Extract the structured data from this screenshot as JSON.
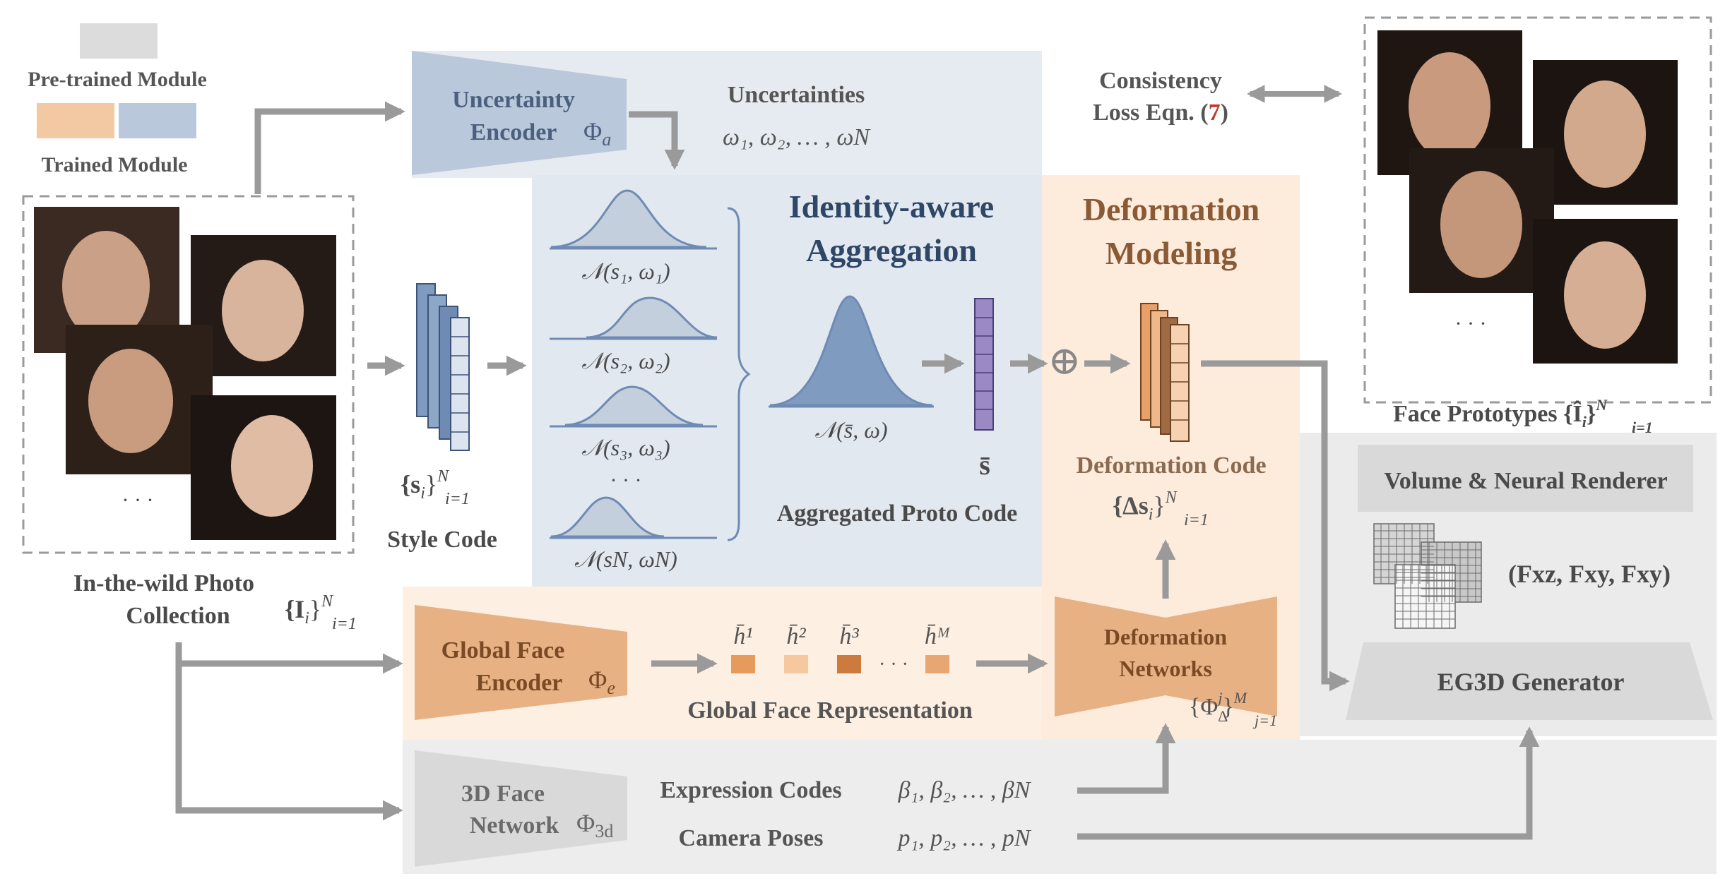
{
  "colors": {
    "pretrained": "#dcdcdc",
    "trained_orange": "#f2c9a3",
    "trained_blue": "#b9c8da",
    "blue_dark": "#7f9bbf",
    "blue_text": "#4b5f7f",
    "orange_text": "#8a5a35",
    "orange_module": "#e7b184",
    "arrow_gray": "#9a9a9a",
    "text_gray": "#4a4a4a",
    "purple": "#9a89c4",
    "ref_red": "#c0392b"
  },
  "legend": {
    "pretrained_label": "Pre-trained Module",
    "trained_label": "Trained Module"
  },
  "input": {
    "title_line1": "In-the-wild Photo",
    "title_line2": "Collection",
    "math_main": "{I",
    "math_sub": "i",
    "math_close": "}",
    "math_sup": "N",
    "math_range": "i=1",
    "ellipsis": "· · ·"
  },
  "uncertainty": {
    "encoder_line1": "Uncertainty",
    "encoder_line2": "Encoder",
    "encoder_symbol": "Φ",
    "encoder_symbol_sub": "a",
    "label": "Uncertainties",
    "values": "ω₁, ω₂, … , ωN"
  },
  "style_code": {
    "label": "Style Code",
    "math_main": "{s",
    "math_sub": "i",
    "math_close": "}",
    "math_sup": "N",
    "math_range": "i=1"
  },
  "aggregation": {
    "title_line1": "Identity-aware",
    "title_line2": "Aggregation",
    "gaussians": [
      "𝒩(s₁, ω₁)",
      "𝒩(s₂, ω₂)",
      "𝒩(s₃, ω₃)",
      "𝒩(sN, ωN)"
    ],
    "dots": "· · ·",
    "aggregated_gaussian": "𝒩(s̄, ω)",
    "proto_label": "Aggregated Proto Code",
    "proto_symbol": "s̄"
  },
  "deformation": {
    "title_line1": "Deformation",
    "title_line2": "Modeling",
    "code_label": "Deformation Code",
    "code_math": "{Δs",
    "code_math_sub": "i",
    "code_math_close": "}",
    "code_math_sup": "N",
    "code_math_range": "i=1",
    "plus": "⊕",
    "networks_line1": "Deformation",
    "networks_line2": "Networks",
    "networks_math": "{Φ",
    "networks_math_sub": "Δ",
    "networks_math_sup": "j",
    "networks_math_close": "}",
    "networks_math_sup2": "M",
    "networks_math_range": "j=1"
  },
  "consistency": {
    "line1": "Consistency",
    "line2_prefix": "Loss Eqn. (",
    "ref": "7",
    "line2_suffix": ")"
  },
  "prototypes": {
    "label_prefix": "Face Prototypes {Î",
    "label_sub": "i",
    "label_close": "}",
    "label_sup": "N",
    "label_range": "i=1",
    "ellipsis": "· · ·"
  },
  "renderer": {
    "title": "Volume & Neural Renderer",
    "planes": "(Fxz, Fxy, Fxy)",
    "generator": "EG3D Generator"
  },
  "global_face": {
    "encoder_line1": "Global Face",
    "encoder_line2": "Encoder",
    "encoder_symbol": "Φ",
    "encoder_symbol_sub": "e",
    "tokens": [
      "h̄¹",
      "h̄²",
      "h̄³",
      "h̄ᴹ"
    ],
    "dots": "· · ·",
    "label": "Global Face Representation"
  },
  "face3d": {
    "network_line1": "3D Face",
    "network_line2": "Network",
    "network_symbol": "Φ",
    "network_symbol_sub": "3d",
    "expression_label": "Expression Codes",
    "expression_values": "β₁, β₂, … , βN",
    "camera_label": "Camera Poses",
    "camera_values": "p₁, p₂, … , pN"
  }
}
